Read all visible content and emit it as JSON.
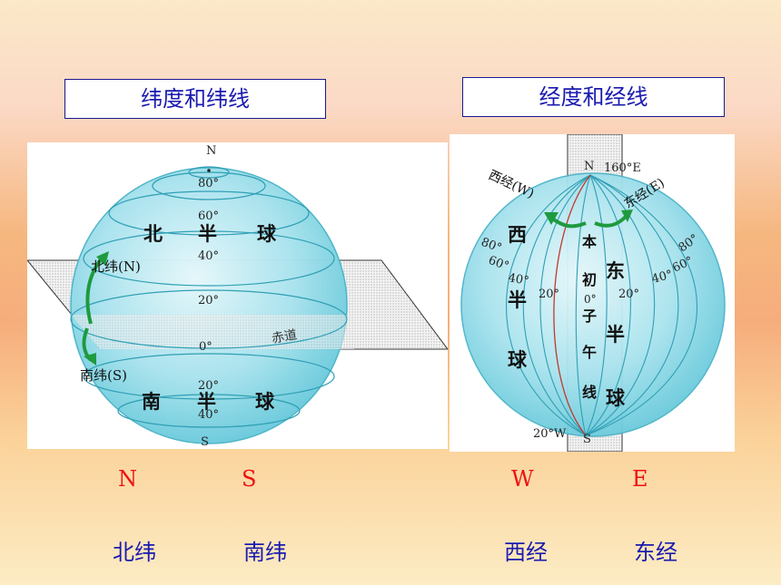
{
  "titles": {
    "latitude": "纬度和纬线",
    "longitude": "经度和经线"
  },
  "latitude_globe": {
    "north_pole": "N",
    "south_pole": "S",
    "north_lat_labels": [
      "80°",
      "60°",
      "40°",
      "20°"
    ],
    "equator_deg": "0°",
    "south_lat_labels": [
      "20°",
      "40°"
    ],
    "northern_hemisphere": [
      "北",
      "半",
      "球"
    ],
    "southern_hemisphere": [
      "南",
      "半",
      "球"
    ],
    "north_latitude": "北纬(N)",
    "south_latitude": "南纬(S)",
    "equator": "赤道"
  },
  "longitude_globe": {
    "north_pole": "N",
    "south_pole": "S",
    "meridian_160E": "160°E",
    "meridian_20W": "20°W",
    "west_longitude": "西经(W)",
    "east_longitude": "东经(E)",
    "western_hemisphere": [
      "西",
      "半",
      "球"
    ],
    "eastern_hemisphere": [
      "东",
      "半",
      "球"
    ],
    "prime_meridian": [
      "本",
      "初",
      "子",
      "午",
      "线"
    ],
    "prime_deg": "0°",
    "west_deg_labels": [
      "80°",
      "60°",
      "40°",
      "20°"
    ],
    "east_deg_labels": [
      "20°",
      "40°",
      "60°",
      "80°"
    ]
  },
  "bottom": {
    "n_letter": "N",
    "s_letter": "S",
    "w_letter": "W",
    "e_letter": "E",
    "north_lat": "北纬",
    "south_lat": "南纬",
    "west_lon": "西经",
    "east_lon": "东经"
  }
}
